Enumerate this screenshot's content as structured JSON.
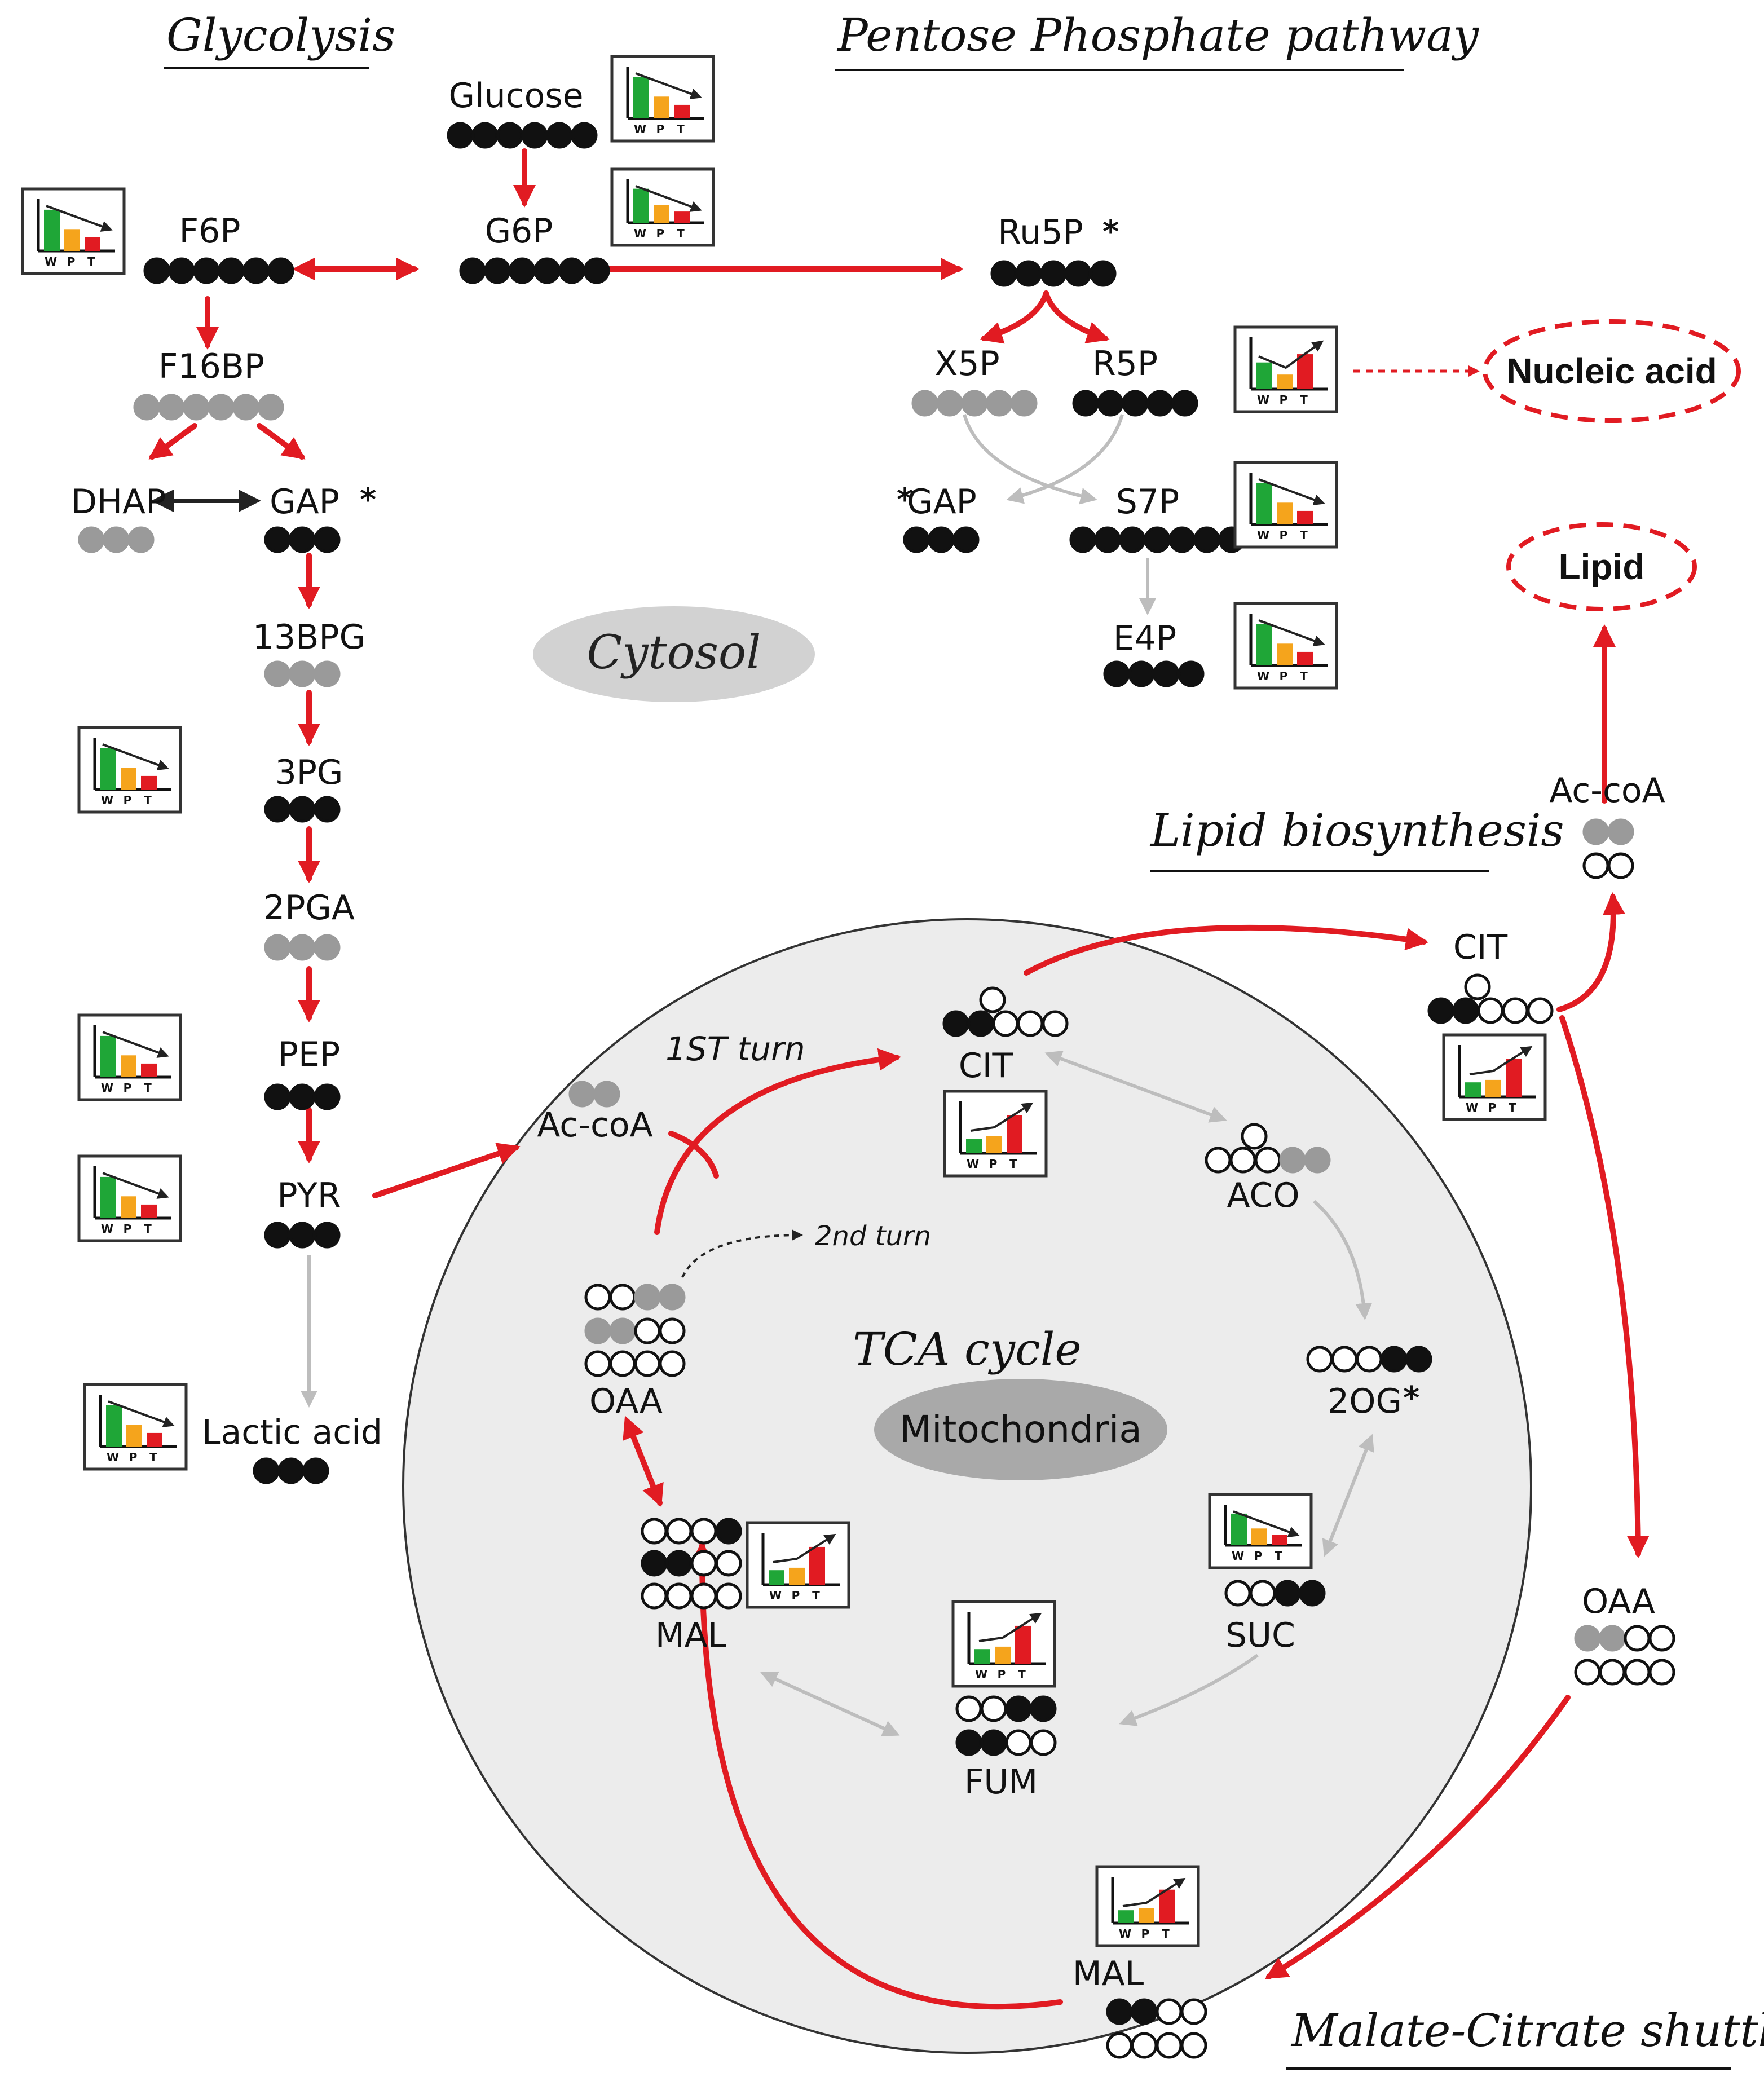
{
  "colors": {
    "red": "#e11b22",
    "gray_arrow": "#bdbdbd",
    "black": "#111111",
    "carbon_gray": "#9a9a9a",
    "green": "#1fa637",
    "orange": "#f5a41c",
    "cytosol": "#d2d2d2",
    "mito_fill": "#ececec",
    "mito_pill": "#a9a9a9"
  },
  "sections": {
    "glycolysis": "Glycolysis",
    "ppp": "Pentose Phosphate pathway",
    "lipid_bio": "Lipid biosynthesis",
    "shuttle": "Malate-Citrate shuttle",
    "tca": "TCA cycle",
    "cytosol": "Cytosol",
    "mitochondria": "Mitochondria"
  },
  "turns": {
    "first": "1ST  turn",
    "second": "2nd  turn"
  },
  "chart_labels": [
    "W",
    "P",
    "T"
  ],
  "metabolites": [
    {
      "id": "glucose",
      "label": "Glucose"
    },
    {
      "id": "f6p",
      "label": "F6P"
    },
    {
      "id": "g6p",
      "label": "G6P"
    },
    {
      "id": "ru5p",
      "label": "Ru5P"
    },
    {
      "id": "f16bp",
      "label": "F16BP"
    },
    {
      "id": "x5p",
      "label": "X5P"
    },
    {
      "id": "r5p",
      "label": "R5P"
    },
    {
      "id": "dhap",
      "label": "DHAP"
    },
    {
      "id": "gap",
      "label": "GAP"
    },
    {
      "id": "gap2",
      "label": "GAP"
    },
    {
      "id": "s7p",
      "label": "S7P"
    },
    {
      "id": "e4p",
      "label": "E4P"
    },
    {
      "id": "bpg13",
      "label": "13BPG"
    },
    {
      "id": "pg3",
      "label": "3PG"
    },
    {
      "id": "pga2",
      "label": "2PGA"
    },
    {
      "id": "pep",
      "label": "PEP"
    },
    {
      "id": "pyr",
      "label": "PYR"
    },
    {
      "id": "lactic",
      "label": "Lactic acid"
    },
    {
      "id": "accoa_m",
      "label": "Ac-coA"
    },
    {
      "id": "cit_m",
      "label": "CIT"
    },
    {
      "id": "aco",
      "label": "ACO"
    },
    {
      "id": "oaa_m",
      "label": "OAA"
    },
    {
      "id": "og2",
      "label": "2OG"
    },
    {
      "id": "mal_m",
      "label": "MAL"
    },
    {
      "id": "suc",
      "label": "SUC"
    },
    {
      "id": "fum",
      "label": "FUM"
    },
    {
      "id": "cit_c",
      "label": "CIT"
    },
    {
      "id": "accoa_c",
      "label": "Ac-coA"
    },
    {
      "id": "oaa_c",
      "label": "OAA"
    },
    {
      "id": "mal_c",
      "label": "MAL"
    }
  ],
  "products": {
    "nucleic": "Nucleic acid",
    "lipid": "Lipid"
  },
  "star": "*"
}
